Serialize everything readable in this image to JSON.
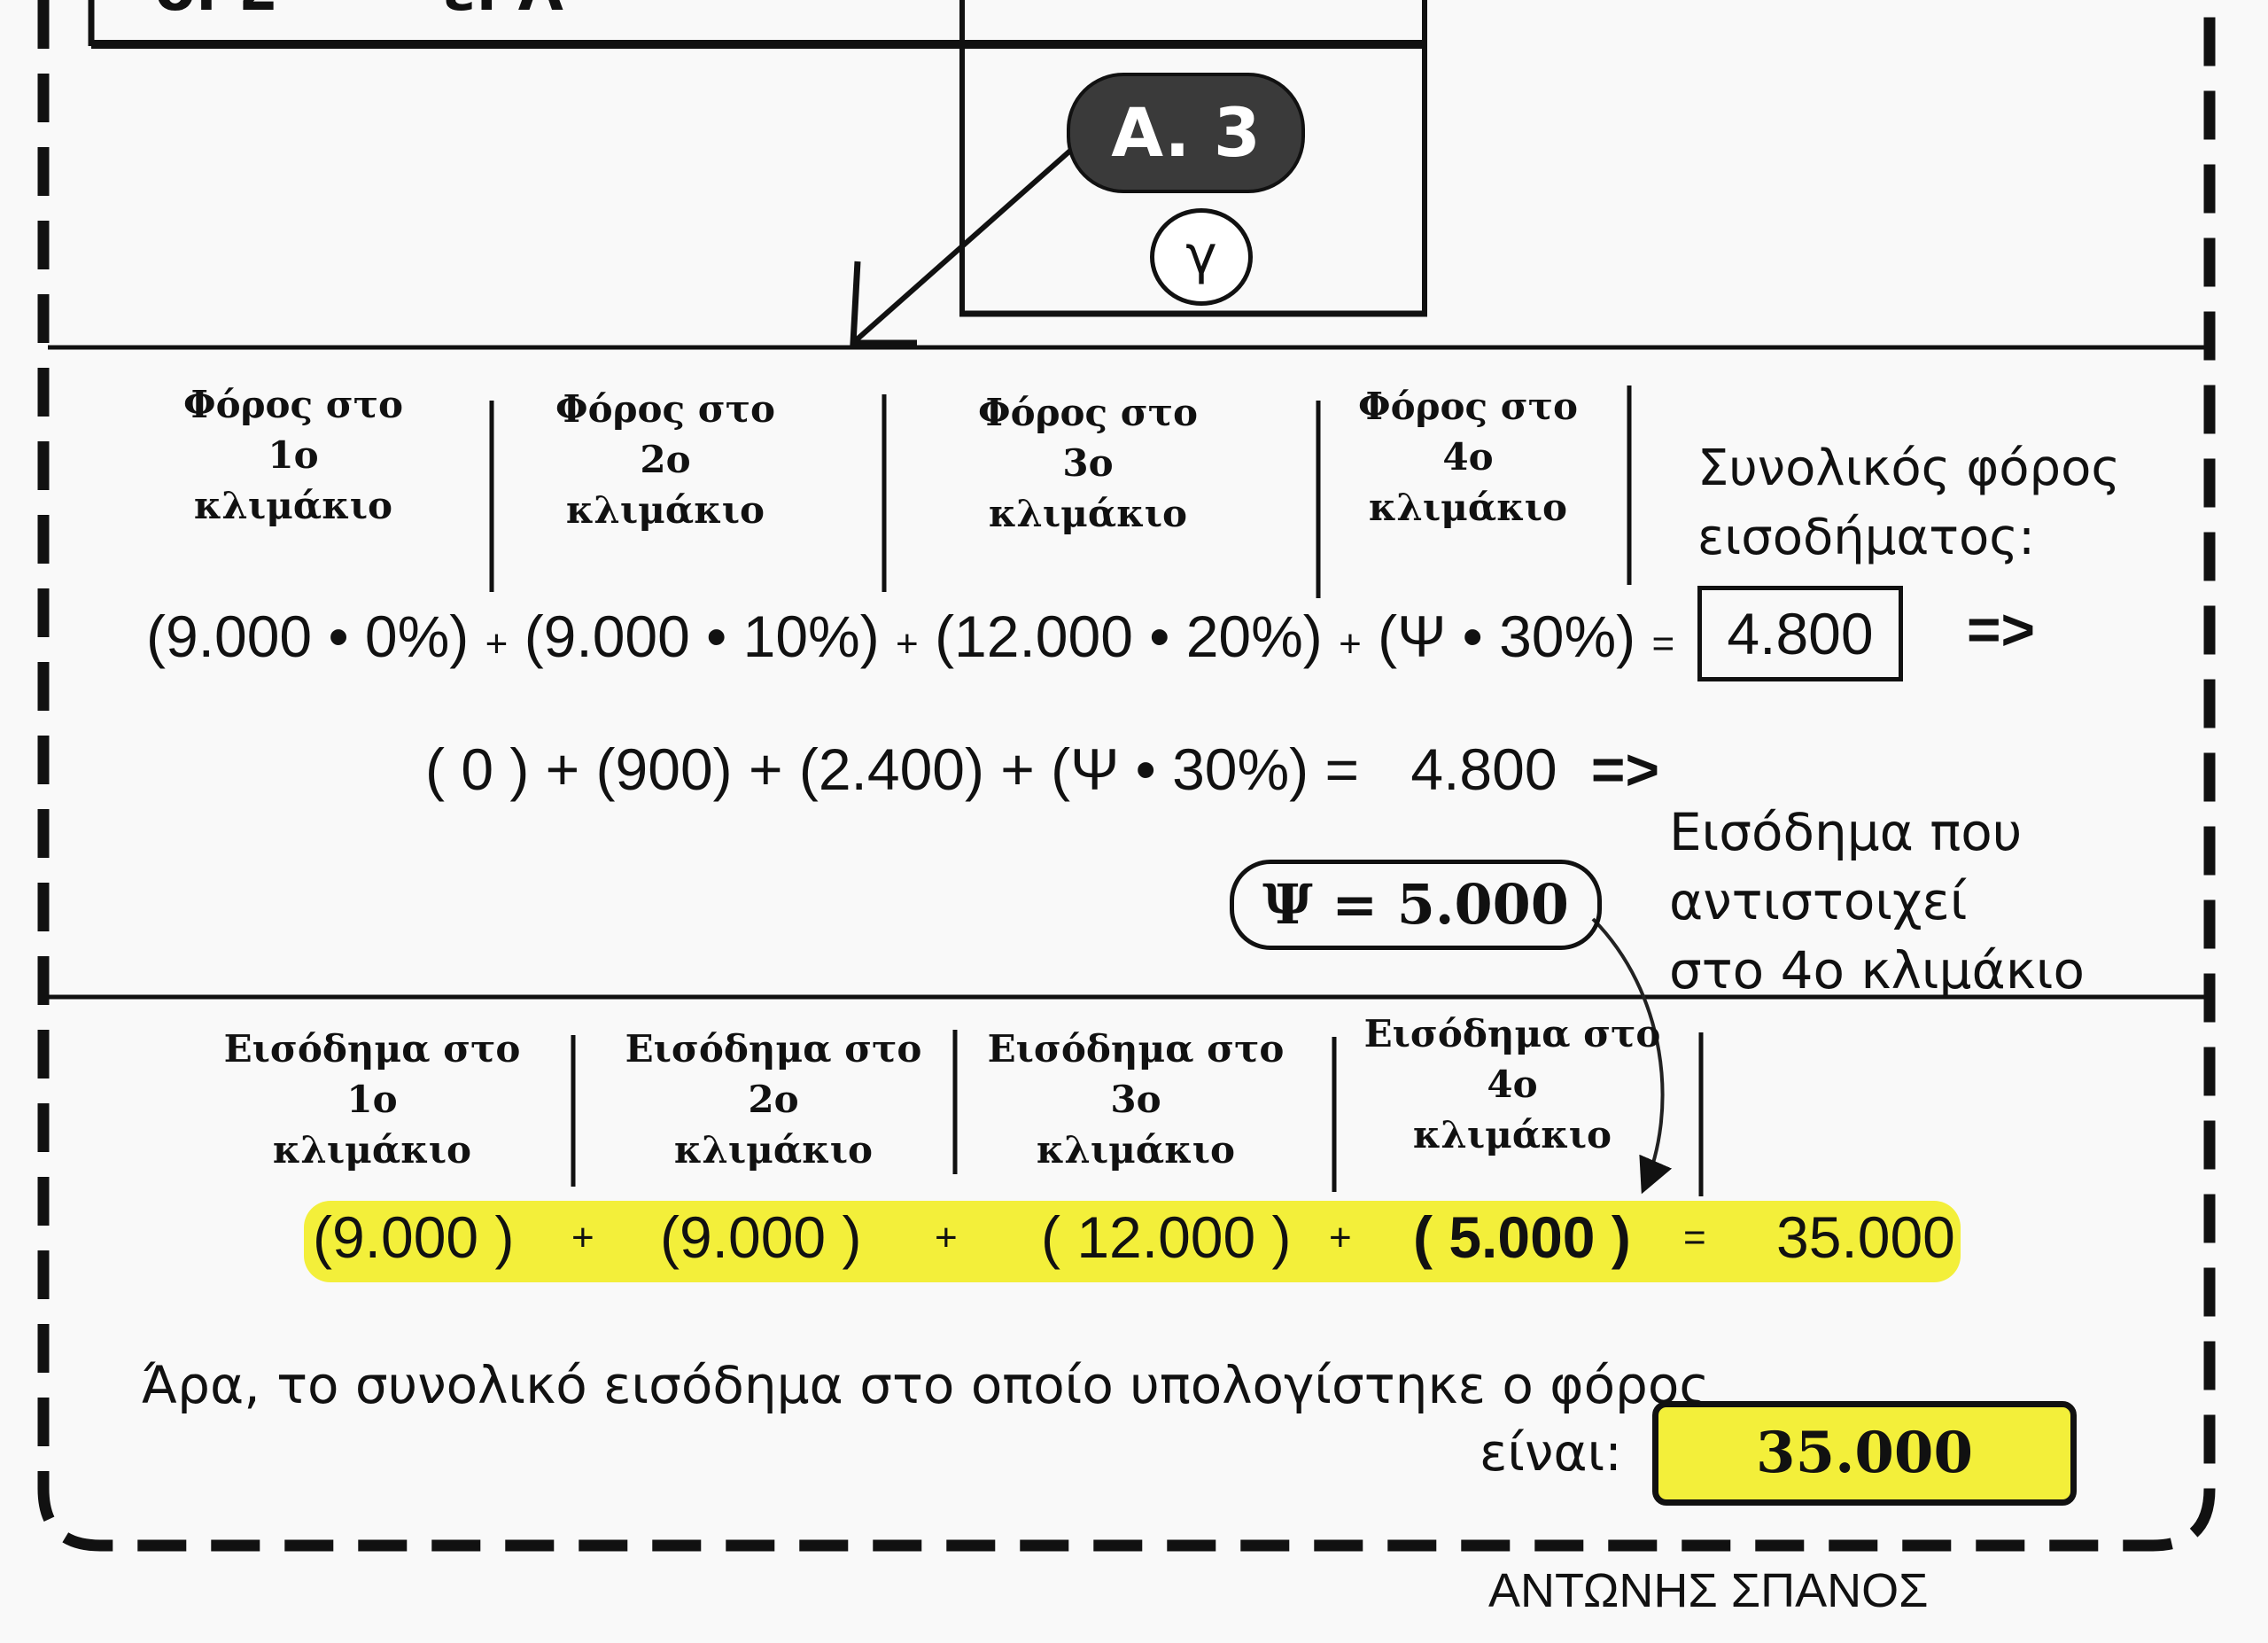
{
  "top_partial": {
    "left": "δ. Σ",
    "right": "ε. Λ"
  },
  "badge": "A. 3",
  "answer_letter": "γ",
  "tax_headers": [
    {
      "l1": "Φόρος στο",
      "l2": "1ο",
      "l3": "κλιμάκιο"
    },
    {
      "l1": "Φόρος στο",
      "l2": "2ο",
      "l3": "κλιμάκιο"
    },
    {
      "l1": "Φόρος στο",
      "l2": "3ο",
      "l3": "κλιμάκιο"
    },
    {
      "l1": "Φόρος στο",
      "l2": "4ο",
      "l3": "κλιμάκιο"
    }
  ],
  "total_tax_label": {
    "l1": "Συνολικός φόρος",
    "l2": "εισοδήματος:"
  },
  "equation1": {
    "terms": [
      "(9.000 • 0%)",
      "+",
      "(9.000 • 10%)",
      "+",
      "(12.000 • 20%)",
      "+",
      "(Ψ • 30%)",
      "="
    ],
    "result": "4.800",
    "implies": "=>"
  },
  "equation2": {
    "text": "( 0 ) + (900) + (2.400) + (Ψ • 30%) =",
    "result": "4.800",
    "implies": "=>"
  },
  "psi_result": "Ψ = 5.000",
  "psi_note": {
    "l1": "Εισόδημα που",
    "l2": "αντιστοιχεί",
    "l3": "στο 4ο κλιμάκιο"
  },
  "income_headers": [
    {
      "l1": "Εισόδημα στο",
      "l2": "1ο",
      "l3": "κλιμάκιο"
    },
    {
      "l1": "Εισόδημα στο",
      "l2": "2ο",
      "l3": "κλιμάκιο"
    },
    {
      "l1": "Εισόδημα στο",
      "l2": "3ο",
      "l3": "κλιμάκιο"
    },
    {
      "l1": "Εισόδημα στο",
      "l2": "4ο",
      "l3": "κλιμάκιο"
    }
  ],
  "income_equation": [
    "(9.000 )",
    "+",
    "(9.000 )",
    "+",
    "( 12.000 )",
    "+",
    "( 5.000 )",
    "=",
    "35.000"
  ],
  "conclusion": {
    "line1": "Άρα, το συνολικό εισόδημα στο οποίο υπολογίστηκε ο φόρος",
    "line2": "είναι:",
    "answer": "35.000"
  },
  "author": "ΑΝΤΩΝΗΣ ΣΠΑΝΟΣ",
  "colors": {
    "highlight": "#f3ef3a",
    "ink": "#111111",
    "badge": "#3a3a3a"
  }
}
